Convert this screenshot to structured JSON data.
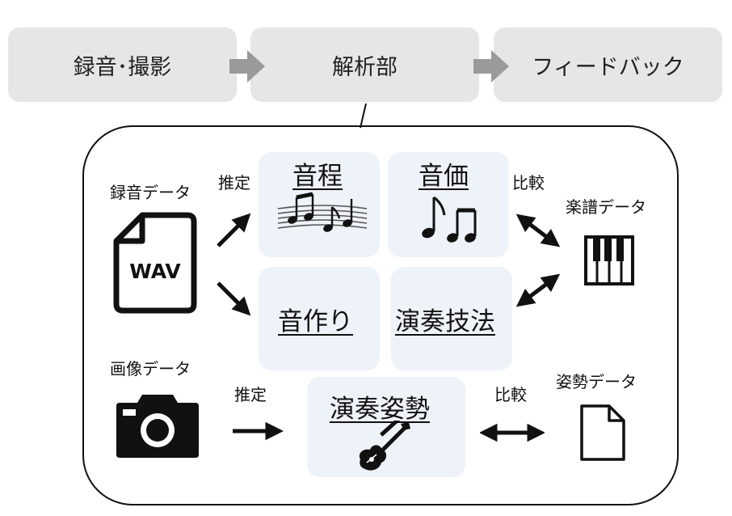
{
  "pipeline": {
    "stage1": "録音･撮影",
    "stage2": "解析部",
    "stage3": "フィードバック"
  },
  "inputs": {
    "audio_label": "録音データ",
    "audio_file_text": "WAV",
    "image_label": "画像データ"
  },
  "verbs": {
    "estimate_top": "推定",
    "estimate_bottom": "推定",
    "compare_top": "比較",
    "compare_bottom": "比較"
  },
  "analysis": {
    "pitch": "音程",
    "duration": "音価",
    "tone": "音作り",
    "technique": "演奏技法",
    "posture": "演奏姿勢"
  },
  "references": {
    "score_label": "楽譜データ",
    "posture_label": "姿勢データ"
  },
  "colors": {
    "stage_bg": "#e6e6e6",
    "flow_arrow": "#9a9a9a",
    "card_bg": "#eef2f9",
    "ink": "#111111"
  },
  "icons": [
    "file-wav-icon",
    "camera-icon",
    "piano-keys-icon",
    "document-icon",
    "staff-notes-icon",
    "eighth-notes-icon",
    "electric-guitar-icon"
  ]
}
